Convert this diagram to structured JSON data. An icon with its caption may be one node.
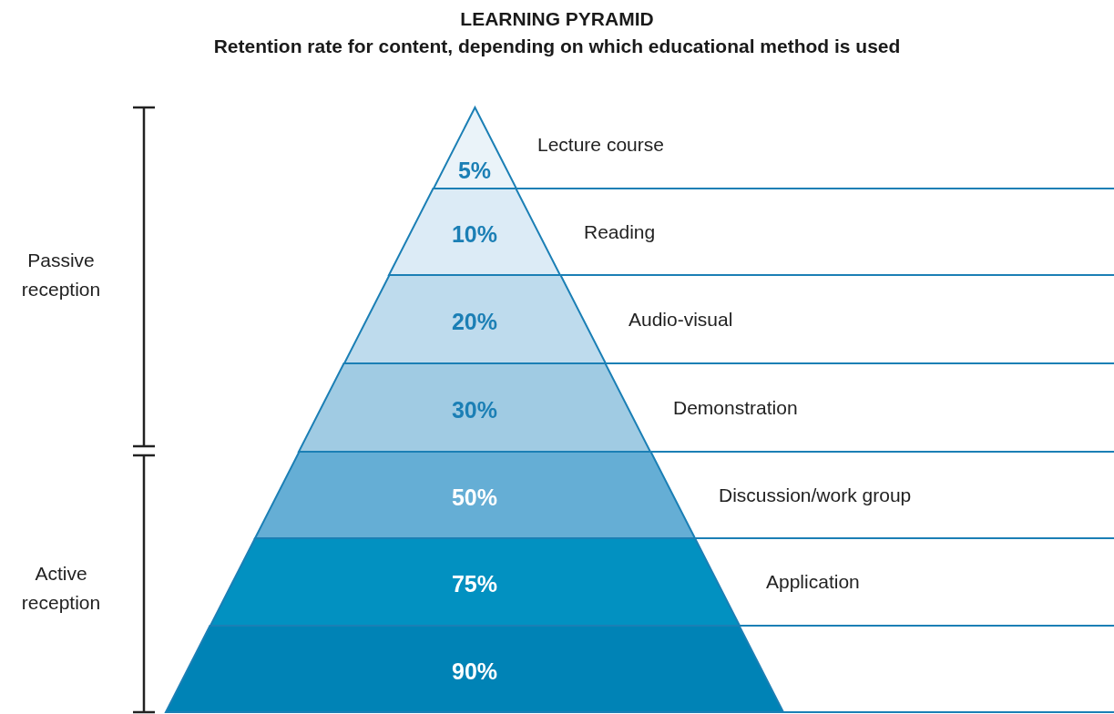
{
  "diagram": {
    "title": "LEARNING PYRAMID Retention rate for content, depending on which educational method is used",
    "nodes": [
      {
        "text": [
          "5%"
        ],
        "beside": [
          "Lecture course"
        ]
      },
      {
        "text": [
          "10%"
        ],
        "beside": [
          "Reading"
        ]
      },
      {
        "text": [
          "20%"
        ],
        "beside": [
          "Audio-visual"
        ]
      },
      {
        "text": [
          "30%"
        ],
        "beside": [
          "Demonstration"
        ]
      },
      {
        "text": [
          "50%"
        ],
        "beside": [
          "Discussion/work group"
        ]
      },
      {
        "text": [
          "75%"
        ],
        "beside": [
          "Application"
        ]
      },
      {
        "text": [
          "90%"
        ]
      }
    ],
    "edges": [],
    "labels": [
      "Passive reception",
      "Active reception"
    ]
  }
}
